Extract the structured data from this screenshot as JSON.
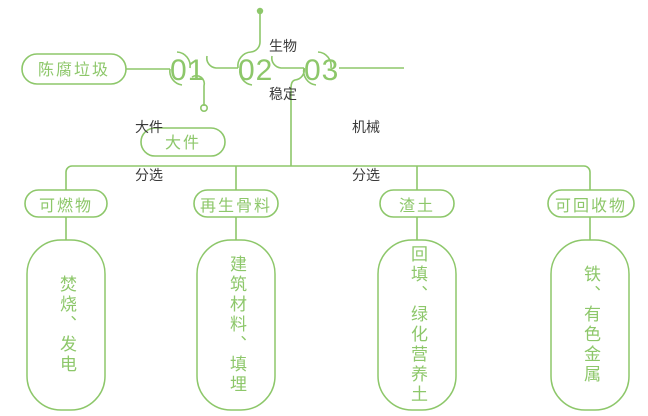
{
  "theme": {
    "accent": "#8dc76a",
    "accent_strong": "#7ac143",
    "text_dark": "#3a3a3a",
    "background": "#ffffff"
  },
  "diagram": {
    "type": "process-flow",
    "title": "",
    "source_node": {
      "label": "陈腐垃圾"
    },
    "steps": [
      {
        "number": "01",
        "caption": "大件\n分选",
        "output_pill": "大件"
      },
      {
        "number": "02",
        "caption": "生物\n稳定",
        "output_pill": ""
      },
      {
        "number": "03",
        "caption": "机械\n分选",
        "output_pill": ""
      }
    ],
    "step_labels": {
      "step1_caption_line1": "大件",
      "step1_caption_line2": "分选",
      "step2_caption_line1": "生物",
      "step2_caption_line2": "稳定",
      "step3_caption_line1": "机械",
      "step3_caption_line2": "分选"
    },
    "numbers": {
      "one": "01",
      "two": "02",
      "three": "03"
    },
    "bulk_pill": "大件",
    "outputs": [
      {
        "pill": "可燃物",
        "box": "焚烧、发电"
      },
      {
        "pill": "再生骨料",
        "box": "建筑材料、填埋"
      },
      {
        "pill": "渣土",
        "box": "回填、绿化营养土"
      },
      {
        "pill": "可回收物",
        "box": "铁、有色金属"
      }
    ]
  }
}
